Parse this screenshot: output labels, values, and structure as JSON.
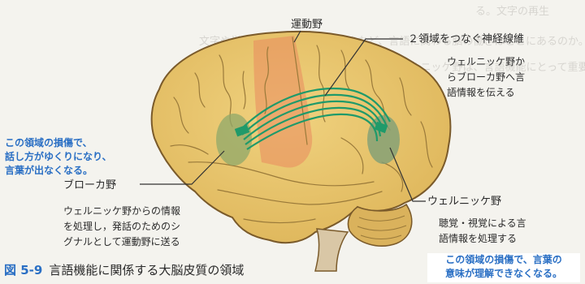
{
  "background_text": {
    "line1": "る。文字の再生",
    "line2": "文字や単語の意味を理解する働きなど、言語に関わる脳の働きはどこにあるのか。左脳の前頭葉",
    "line3": "の外側面にあるブローカ野と、側頭葉のウェルニッケ野は、言語機能にとって重要であり、時に極"
  },
  "labels": {
    "motor_area": "運動野",
    "fiber_title": "２領域をつなぐ神経線維",
    "fiber_desc": [
      "ウェルニッケ野か",
      "らブローカ野へ言",
      "語情報を伝える"
    ],
    "broca_title": "ブローカ野",
    "broca_desc": [
      "ウェルニッケ野からの情報",
      "を処理し，発話のためのシ",
      "グナルとして運動野に送る"
    ],
    "wernicke_title": "ウェルニッケ野",
    "wernicke_desc": [
      "聴覚・視覚による言",
      "語情報を処理する"
    ]
  },
  "notes": {
    "broca_damage": [
      "この領域の損傷で、",
      "話し方がゆくりになり、",
      "言葉が出なくなる。"
    ],
    "wernicke_damage": [
      "この領域の損傷で、言葉の",
      "意味が理解できなくなる。"
    ]
  },
  "caption": {
    "number": "図 5-9",
    "text": "言語機能に関係する大脳皮質の領域"
  },
  "colors": {
    "accent_blue": "#2a6fc4",
    "brain": "#e8c36a",
    "brain_outline": "#7a5a2a",
    "motor_area": "#e98a5e",
    "broca": "#8fa86a",
    "wernicke": "#7f9f77",
    "fibers": "#1f9a6a"
  }
}
